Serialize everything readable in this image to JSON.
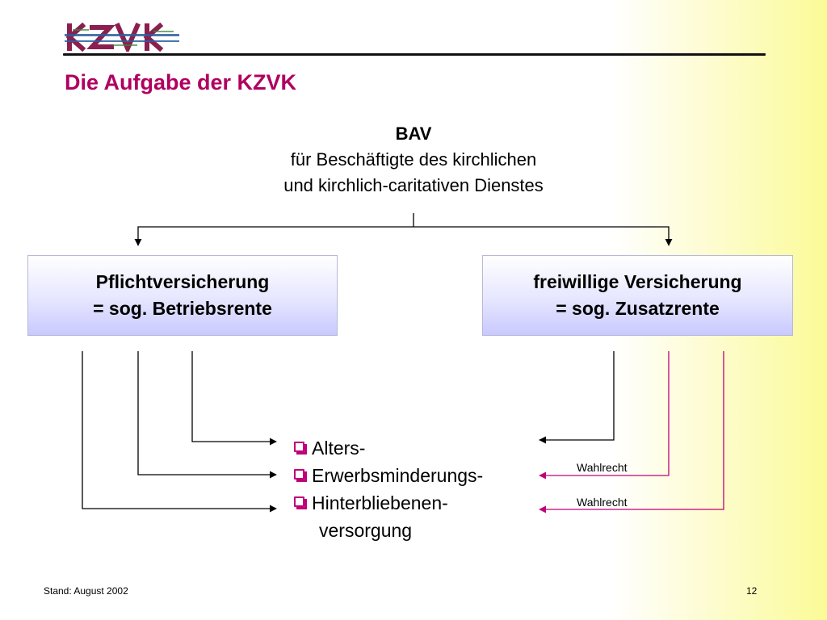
{
  "header": {
    "logo_text": "KZVK",
    "title": "Die Aufgabe der KZVK"
  },
  "root": {
    "title": "BAV",
    "line1": "für Beschäftigte des kirchlichen",
    "line2": "und kirchlich-caritativen Dienstes"
  },
  "boxes": {
    "mandatory": {
      "line1": "Pflichtversicherung",
      "line2": "= sog. Betriebsrente"
    },
    "voluntary": {
      "line1": "freiwillige Versicherung",
      "line2": "= sog. Zusatzrente"
    }
  },
  "benefits": {
    "item1": "Alters-",
    "item2": "Erwerbsminderungs-",
    "item3": "Hinterbliebenen-",
    "item3_cont": "versorgung"
  },
  "choice_labels": {
    "first": "Wahlrecht",
    "second": "Wahlrecht"
  },
  "footer": {
    "date": "Stand: August 2002",
    "page": "12"
  },
  "colors": {
    "title": "#b00060",
    "choice_line": "#c0007a",
    "bullet": "#c0007a"
  }
}
